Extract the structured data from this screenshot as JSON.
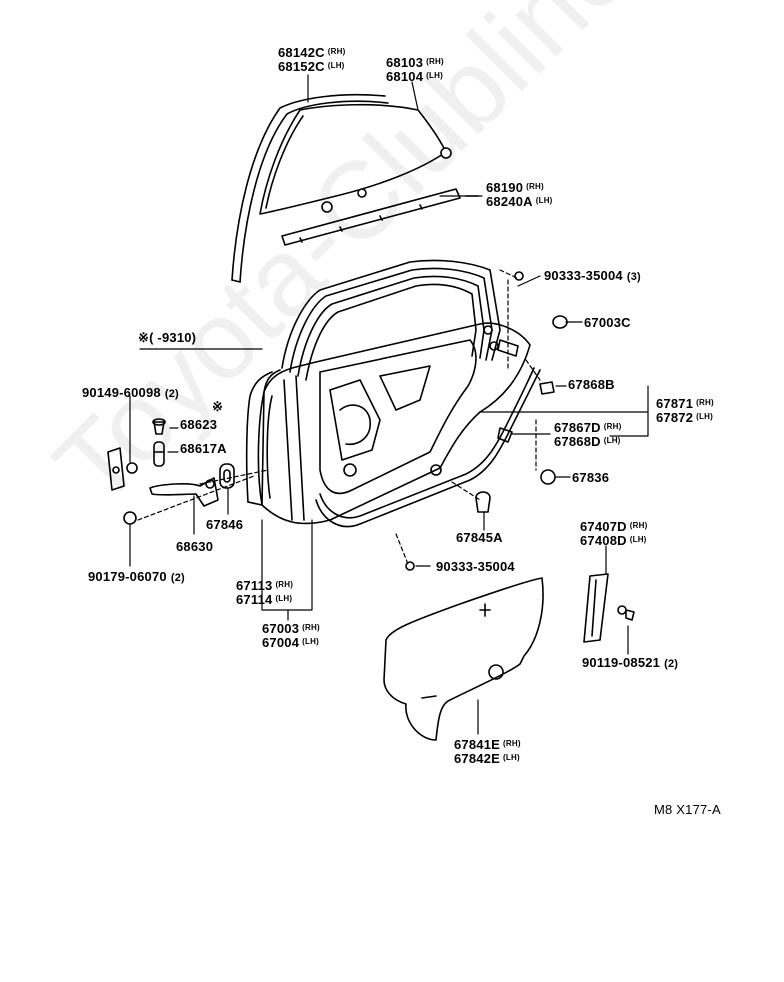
{
  "watermark": "Toyota-Clubline.ru",
  "figure_code": "M8 X177-A",
  "date_note": "※(        -9310)",
  "asterisk": "※",
  "rh": "(RH)",
  "lh": "(LH)",
  "parts": {
    "p68142C": "68142C",
    "p68152C": "68152C",
    "p68103": "68103",
    "p68104": "68104",
    "p68190": "68190",
    "p68240A": "68240A",
    "p90333a": "90333-35004",
    "p90333a_qty": "(3)",
    "p67003C": "67003C",
    "p67868B": "67868B",
    "p67871": "67871",
    "p67872": "67872",
    "p67867D": "67867D",
    "p67868D": "67868D",
    "p67836": "67836",
    "p90149": "90149-60098",
    "p90149_qty": "(2)",
    "p68623": "68623",
    "p68617A": "68617A",
    "p67846": "67846",
    "p68630": "68630",
    "p90179": "90179-06070",
    "p90179_qty": "(2)",
    "p67845A": "67845A",
    "p90333b": "90333-35004",
    "p67113": "67113",
    "p67114": "67114",
    "p67003": "67003",
    "p67004": "67004",
    "p67407D": "67407D",
    "p67408D": "67408D",
    "p90119": "90119-08521",
    "p90119_qty": "(2)",
    "p67841E": "67841E",
    "p67842E": "67842E"
  }
}
